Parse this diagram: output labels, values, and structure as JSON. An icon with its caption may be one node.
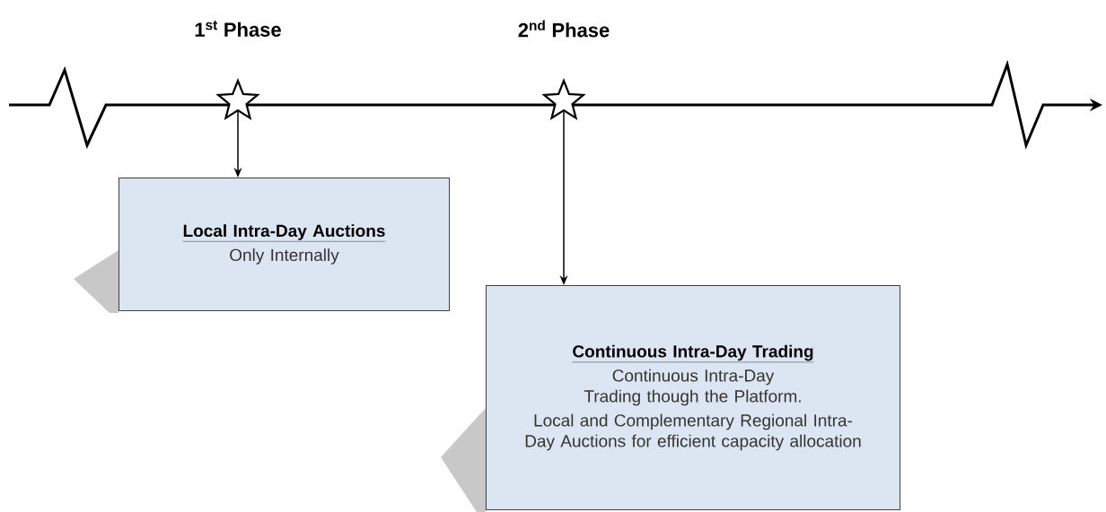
{
  "diagram": {
    "nodes": [
      {
        "text": [],
        "shape": "star"
      },
      {
        "text": [],
        "shape": "star"
      },
      {
        "text": [
          "Local Intra-Day Auctions",
          "Only Internally"
        ]
      },
      {
        "text": [
          "Continuous Intra-Day Trading",
          "Continuous Intra-Day Trading though the Platform.",
          "Local and Complementary Regional Intra-Day Auctions  for efficient capacity allocation"
        ]
      }
    ],
    "edges": [
      {
        "from": 0,
        "to": 2,
        "arrow": "to"
      },
      {
        "from": 1,
        "to": 3,
        "arrow": "to"
      }
    ],
    "labels": [
      "1$^{st}$ Phase",
      "2$^{nd}$ Phase"
    ]
  }
}
